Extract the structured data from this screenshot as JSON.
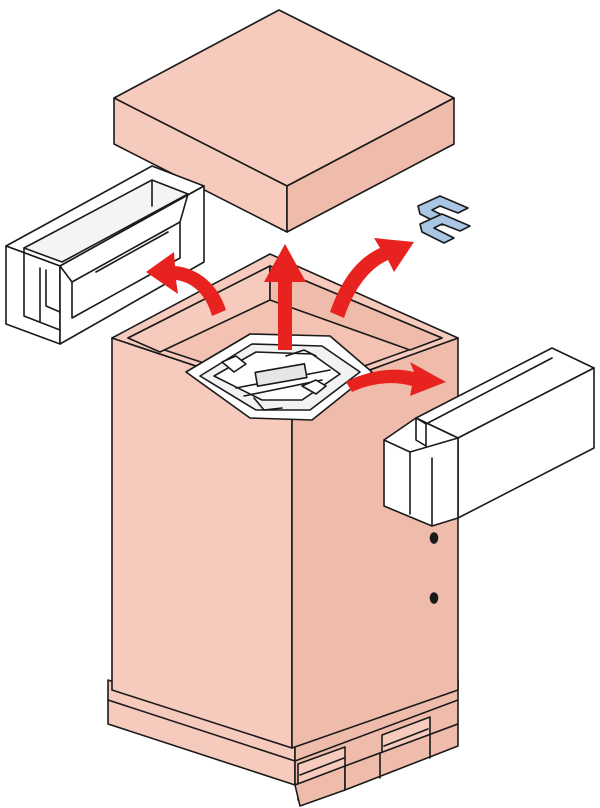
{
  "colors": {
    "carton": "#f6cbbd",
    "carton_dark": "#efbcac",
    "outline": "#1a1a1a",
    "foam": "#ffffff",
    "clip": "#a9c6e2",
    "arrow": "#e8231f"
  },
  "icons": {
    "arrows": [
      "arrow-curved-left",
      "arrow-up",
      "arrow-curved-right-up",
      "arrow-curved-right"
    ],
    "parts": [
      "carton-lid",
      "carton-body",
      "pallet",
      "packing-foam-left",
      "packing-foam-right",
      "metal-clips",
      "packed-unit"
    ]
  }
}
